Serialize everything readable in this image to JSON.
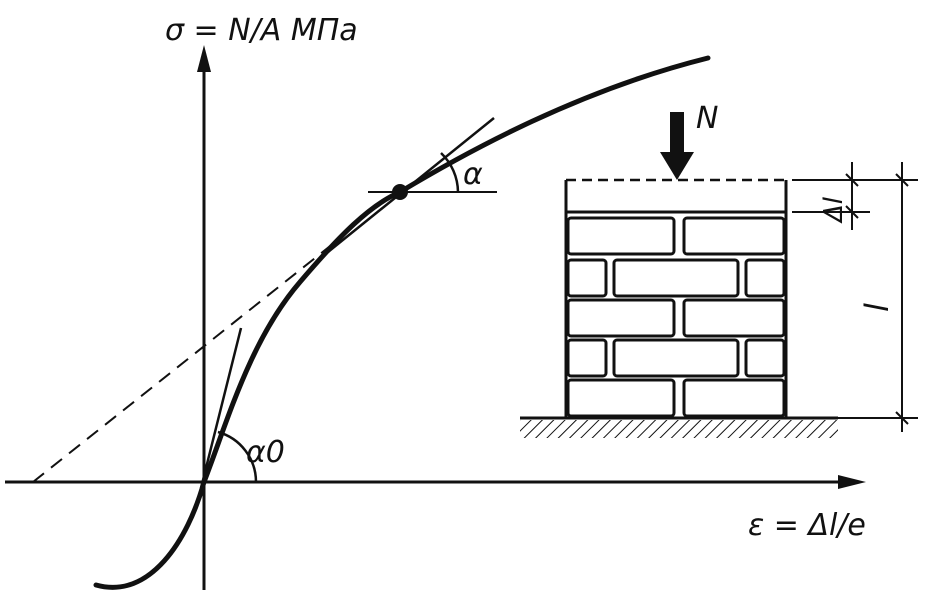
{
  "axes": {
    "y_label": "σ = N/A МПа",
    "x_label": "ε = Δl/e"
  },
  "angles": {
    "tangent_angle": "α",
    "initial_angle": "α0"
  },
  "specimen": {
    "load_label": "N",
    "delta_label": "Δl",
    "height_label": "l"
  },
  "colors": {
    "ink": "#111111",
    "paper": "#ffffff"
  }
}
